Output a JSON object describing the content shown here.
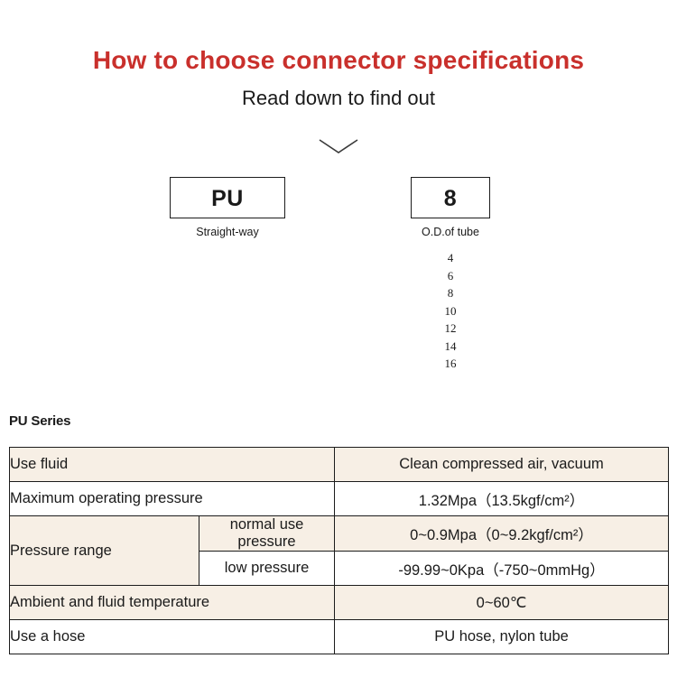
{
  "header": {
    "title": "How to choose connector specifications",
    "subtitle": "Read down to find out",
    "title_color": "#c9302c",
    "chevron_icon": "chevron-down-icon"
  },
  "code_groups": [
    {
      "id": "pu",
      "code": "PU",
      "caption": "Straight-way",
      "options": []
    },
    {
      "id": "od",
      "code": "8",
      "caption": "O.D.of tube",
      "options": [
        "4",
        "6",
        "8",
        "10",
        "12",
        "14",
        "16"
      ]
    }
  ],
  "series": {
    "heading": "PU Series"
  },
  "spec_table": {
    "shade_color": "#f7efe5",
    "border_color": "#1c1c1c",
    "rows": [
      {
        "label": "Use fluid",
        "sub_label": null,
        "value": "Clean compressed air, vacuum",
        "shaded": true,
        "value_size": "large"
      },
      {
        "label": "Maximum operating pressure",
        "sub_label": null,
        "value": "1.32Mpa（13.5kgf/cm²）",
        "shaded": false,
        "value_size": "small"
      },
      {
        "label": "Pressure range",
        "sub_label": "normal use pressure",
        "value": "0~0.9Mpa（0~9.2kgf/cm²）",
        "shaded": true,
        "value_size": "small"
      },
      {
        "label": null,
        "sub_label": "low pressure",
        "value": "-99.99~0Kpa（-750~0mmHg）",
        "shaded": false,
        "value_size": "small"
      },
      {
        "label": "Ambient and fluid temperature",
        "sub_label": null,
        "value": "0~60℃",
        "shaded": true,
        "value_size": "small"
      },
      {
        "label": "Use a hose",
        "sub_label": null,
        "value": "PU hose, nylon tube",
        "shaded": false,
        "value_size": "large"
      }
    ]
  }
}
